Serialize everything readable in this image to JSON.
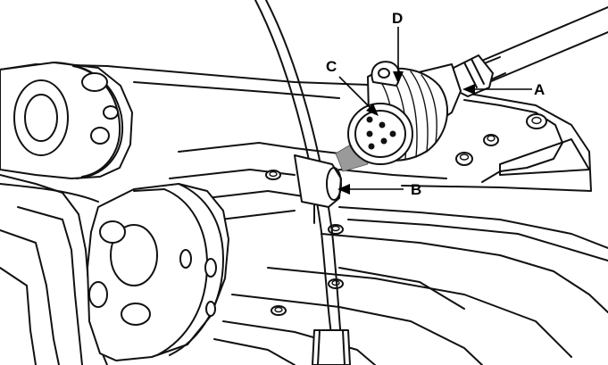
{
  "diagram": {
    "callouts": {
      "A": "A",
      "B": "B",
      "C": "C",
      "D": "D"
    },
    "colors": {
      "line": "#111111",
      "background": "#ffffff",
      "direction_arrow": "#9a9a9a"
    },
    "icons": {
      "direction": "insert-direction-arrow"
    }
  }
}
